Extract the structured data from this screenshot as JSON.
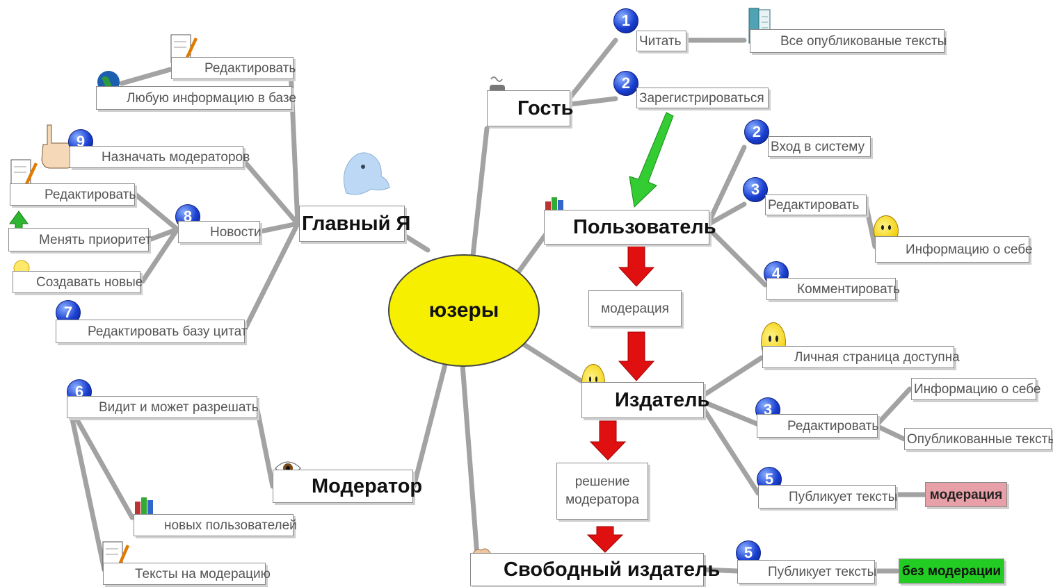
{
  "center": {
    "label": "юзеры"
  },
  "colors": {
    "center_fill": "#f6f000",
    "arrow_red": "#e01010",
    "arrow_green": "#33cc33",
    "badge_blue": "#1a3fd1",
    "tag_moderation_bg": "#e8a0a8",
    "tag_free_bg": "#22cc22"
  },
  "nodes": {
    "glavny": "Главный Я",
    "gost": "Гость",
    "polzovatel": "Пользователь",
    "izdatel": "Издатель",
    "moderator": "Модератор",
    "svobodny": "Свободный издатель"
  },
  "gost": {
    "read": {
      "num": "1",
      "label": "Читать"
    },
    "all_texts": "Все опубликованые тексты",
    "register": {
      "num": "2",
      "label": "Зарегистрироваться"
    }
  },
  "polzovatel": {
    "login": {
      "num": "2",
      "label": "Вход в систему"
    },
    "edit": {
      "num": "3",
      "label": "Редактировать"
    },
    "info_self": "Информацию о себе",
    "comment": {
      "num": "4",
      "label": "Комментировать"
    }
  },
  "moderation_box": "модерация",
  "izdatel": {
    "personal_page": "Личная страница доступна",
    "edit": {
      "num": "3",
      "label": "Редактировать"
    },
    "info_self": "Информацию о себе",
    "published": "Опубликованные тексты",
    "publish": {
      "num": "5",
      "label": "Публикует тексты"
    },
    "tag_moderation": "модерация"
  },
  "decision_box": {
    "line1": "решение",
    "line2": "модератора"
  },
  "svobodny": {
    "publish": {
      "num": "5",
      "label": "Публикует тексты"
    },
    "tag_free": "без модерации"
  },
  "glavny": {
    "edit_top": "Редактировать",
    "any_info": "Любую информацию в базе",
    "assign": {
      "num": "9",
      "label": "Назначать модераторов"
    },
    "news": {
      "num": "8",
      "label": "Новости"
    },
    "news_edit": "Редактировать",
    "news_priority": "Менять приоритет",
    "news_create": "Создавать новые",
    "quotes": {
      "num": "7",
      "label": "Редактировать базу цитат"
    }
  },
  "moderator": {
    "sees": {
      "num": "6",
      "label": "Видит  и может разрешать"
    },
    "new_users": "новых пользователей",
    "texts_moderation": "Тексты на модерацию"
  }
}
